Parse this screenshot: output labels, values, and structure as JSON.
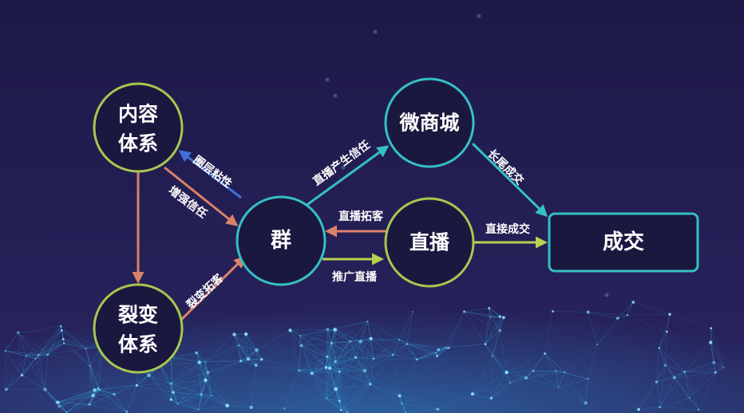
{
  "colors": {
    "background_top": "#1d1947",
    "background_bottom": "#2a2460",
    "node_fill": "#1b1840",
    "circle_green": "#a6c84e",
    "circle_teal": "#35c0c4",
    "arrow_orange": "#d9826a",
    "arrow_blue": "#3f6fd8",
    "arrow_teal": "#35c0c4",
    "arrow_green": "#b7d153",
    "network": "#35b8f0"
  },
  "nodes": {
    "content": {
      "line1": "内容",
      "line2": "体系"
    },
    "fission": {
      "line1": "裂变",
      "line2": "体系"
    },
    "group": {
      "label": "群"
    },
    "mall": {
      "label": "微商城"
    },
    "live": {
      "label": "直播"
    },
    "deal": {
      "label": "成交"
    }
  },
  "edges": {
    "group_to_content": "圈层粘性",
    "content_to_group": "增强信任",
    "fission_to_group": "裂变拓客",
    "group_to_mall": "直播产生信任",
    "live_to_group": "直播拓客",
    "group_to_live": "推广直播",
    "mall_to_deal": "长尾成交",
    "live_to_deal": "直接成交"
  }
}
